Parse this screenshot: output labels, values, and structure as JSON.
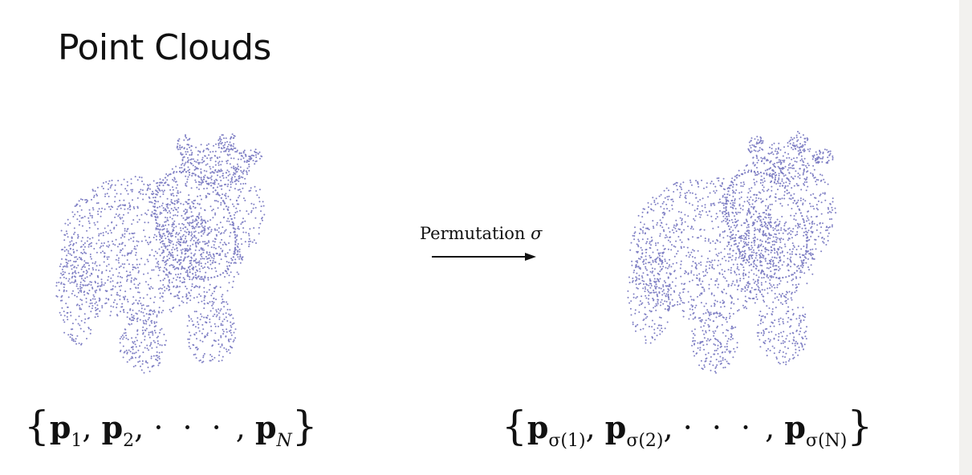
{
  "slide": {
    "title": "Point Clouds",
    "permutation": {
      "label": "Permutation",
      "symbol": "σ"
    },
    "left_set": {
      "open": "{",
      "close": "}",
      "items": [
        {
          "base": "p",
          "sub": "1"
        },
        {
          "base": "p",
          "sub": "2"
        },
        {
          "base": "p",
          "sub": "N"
        }
      ],
      "ellipsis": "· · ·"
    },
    "right_set": {
      "open": "{",
      "close": "}",
      "items": [
        {
          "base": "p",
          "sub": "σ(1)"
        },
        {
          "base": "p",
          "sub": "σ(2)"
        },
        {
          "base": "p",
          "sub": "σ(N)"
        }
      ],
      "ellipsis": "· · ·"
    },
    "colors": {
      "points": "#7f7fc4",
      "text": "#111111",
      "background": "#ffffff"
    },
    "icons": [
      "cow-point-cloud-left",
      "cow-point-cloud-right",
      "right-arrow-icon"
    ]
  }
}
